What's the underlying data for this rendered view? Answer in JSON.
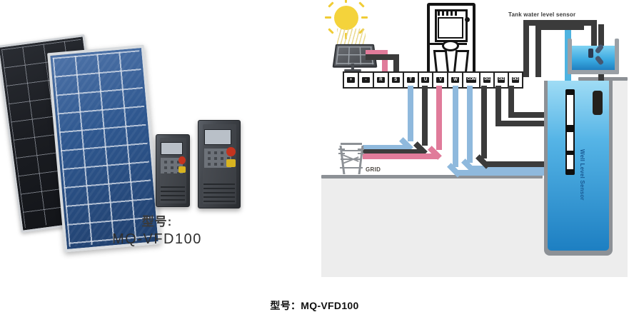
{
  "product_photo": {
    "alt_name": "solar-pump-vfd-product-photo",
    "items": [
      {
        "name": "monocrystalline-solar-panel",
        "color": "#1b1d22"
      },
      {
        "name": "polycrystalline-solar-panel",
        "color": "#2f5890"
      },
      {
        "name": "vfd-drive-small",
        "color": "#44484e"
      },
      {
        "name": "vfd-drive-large",
        "color": "#35383d"
      }
    ],
    "caption_line1": "型号:",
    "caption_line2": "MQ-VFD100"
  },
  "schematic": {
    "alt_name": "solar-pump-wiring-diagram",
    "labels": {
      "solar_panel": "Solar Panel",
      "grid": "GRID",
      "tank_water_level_sensor": "Tank water level sensor",
      "well_level_sensor": "Well Level Sensor"
    },
    "terminals": [
      {
        "label": "+",
        "wide": false
      },
      {
        "label": "-",
        "wide": false
      },
      {
        "label": "R",
        "wide": false
      },
      {
        "label": "S",
        "wide": false
      },
      {
        "label": "T",
        "wide": false
      },
      {
        "label": "U",
        "wide": false
      },
      {
        "label": "V",
        "wide": false
      },
      {
        "label": "W",
        "wide": false
      },
      {
        "label": "COM",
        "wide": true
      },
      {
        "label": "DI1",
        "wide": true
      },
      {
        "label": "DI2",
        "wide": true
      },
      {
        "label": "DI3",
        "wide": true
      }
    ],
    "wire_colors": {
      "dc_positive": "#e07b9a",
      "dc_negative": "#3b3b3b",
      "ac_line": "#8fb9dd",
      "signal": "#4eb3e0",
      "control": "#3b3b3b"
    },
    "components": {
      "vfd_unit": "vfd-controller",
      "sun": "sun-icon",
      "tower": "power-transmission-tower",
      "tank": "water-storage-tank",
      "well": "borehole-well",
      "pump": "submersible-pump"
    }
  },
  "bottom_caption": "型号：MQ-VFD100"
}
